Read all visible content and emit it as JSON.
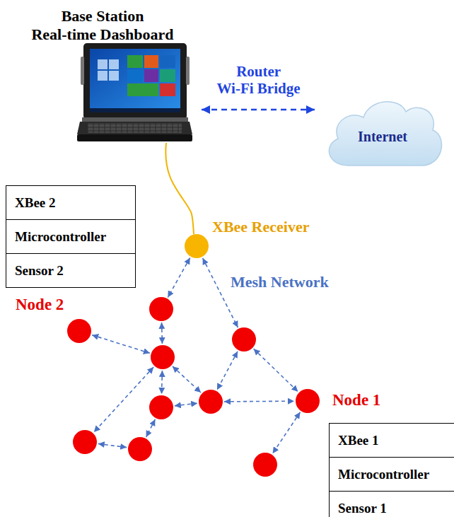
{
  "diagram": {
    "title": "Base Station Real-time Dashboard",
    "nodes": [
      {
        "text": []
      },
      {
        "text": [
          "Internet"
        ]
      },
      {
        "text": [
          "XBee 2"
        ]
      },
      {
        "text": [
          "Microcontroller"
        ]
      },
      {
        "text": [
          "Sensor 2"
        ]
      },
      {
        "text": [
          "XBee Receiver"
        ]
      },
      {
        "text": []
      },
      {
        "text": [
          "Node 2"
        ]
      },
      {
        "text": []
      },
      {
        "text": []
      },
      {
        "text": []
      },
      {
        "text": [
          "Node 1"
        ]
      },
      {
        "text": []
      },
      {
        "text": []
      },
      {
        "text": []
      },
      {
        "text": []
      },
      {
        "text": [
          "XBee 1"
        ]
      },
      {
        "text": [
          "Microcontroller"
        ]
      },
      {
        "text": [
          "Sensor 1"
        ]
      }
    ],
    "edges": [
      {
        "from": 0,
        "to": 1,
        "label": "Router Wi-Fi Bridge",
        "arrow": "both"
      },
      {
        "from": 0,
        "to": 5,
        "arrow": "none"
      },
      {
        "from": 5,
        "to": 6,
        "arrow": "both"
      },
      {
        "from": 5,
        "to": 8,
        "arrow": "both"
      },
      {
        "from": 6,
        "to": 9,
        "arrow": "both"
      },
      {
        "from": 7,
        "to": 9,
        "arrow": "both"
      },
      {
        "from": 9,
        "to": 10,
        "arrow": "both"
      },
      {
        "from": 9,
        "to": 12,
        "arrow": "both"
      },
      {
        "from": 9,
        "to": 13,
        "arrow": "both"
      },
      {
        "from": 12,
        "to": 10,
        "arrow": "both"
      },
      {
        "from": 12,
        "to": 14,
        "arrow": "both"
      },
      {
        "from": 13,
        "to": 14,
        "arrow": "both"
      },
      {
        "from": 8,
        "to": 10,
        "arrow": "both"
      },
      {
        "from": 10,
        "to": 11,
        "arrow": "both"
      },
      {
        "from": 8,
        "to": 11,
        "arrow": "both"
      },
      {
        "from": 11,
        "to": 15,
        "arrow": "both"
      }
    ],
    "labels": [
      "Mesh Network"
    ]
  }
}
